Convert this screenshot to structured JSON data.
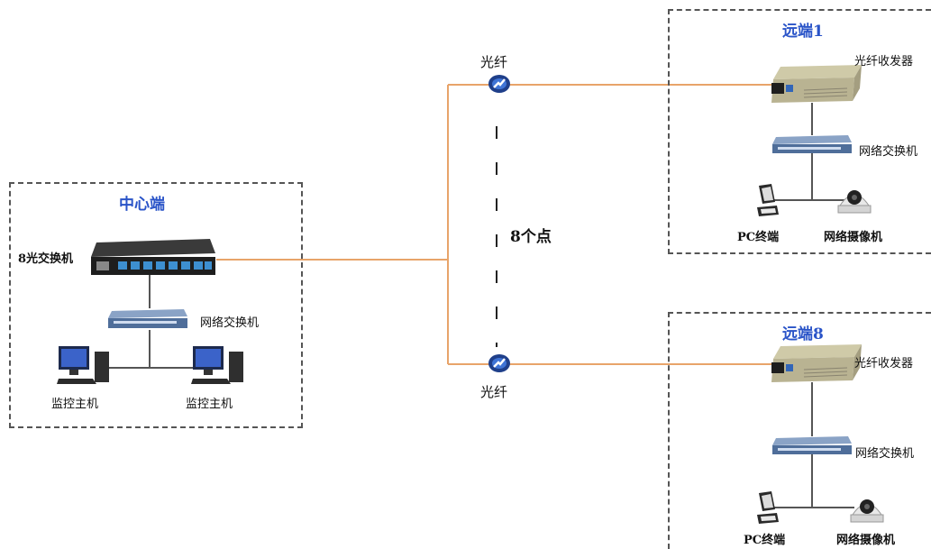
{
  "center": {
    "title": "中心端",
    "switch8_label": "8光交换机",
    "net_switch_label": "网络交换机",
    "host_left_label": "监控主机",
    "host_right_label": "监控主机"
  },
  "link": {
    "fiber_top_label": "光纤",
    "fiber_bottom_label": "光纤",
    "points_label": "8个点"
  },
  "remote1": {
    "title": "远端1",
    "transceiver_label": "光纤收发器",
    "net_switch_label": "网络交换机",
    "pc_label": "PC终端",
    "camera_label": "网络摄像机"
  },
  "remote8": {
    "title": "远端8",
    "transceiver_label": "光纤收发器",
    "net_switch_label": "网络交换机",
    "pc_label": "PC终端",
    "camera_label": "网络摄像机"
  },
  "colors": {
    "fiber": "#e8a46a",
    "title_blue": "#2a54c8",
    "dashed_border": "#555555"
  }
}
